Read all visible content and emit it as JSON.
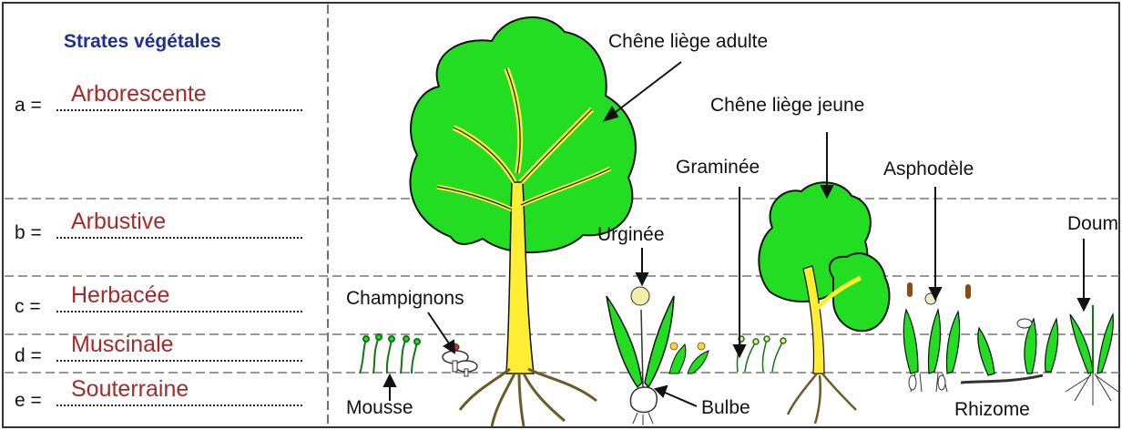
{
  "panel": {
    "title": "Strates végétales",
    "rows": [
      {
        "letter": "a =",
        "answer": "Arborescente"
      },
      {
        "letter": "b =",
        "answer": "Arbustive"
      },
      {
        "letter": "c =",
        "answer": "Herbacée"
      },
      {
        "letter": "d =",
        "answer": "Muscinale"
      },
      {
        "letter": "e =",
        "answer": "Souterraine"
      }
    ]
  },
  "labels": {
    "chene_adulte": "Chêne liège adulte",
    "chene_jeune": "Chêne liège jeune",
    "graminee": "Graminée",
    "asphodele": "Asphodèle",
    "urginee": "Urginée",
    "doum": "Doum",
    "champignons": "Champignons",
    "mousse": "Mousse",
    "bulbe": "Bulbe",
    "rhizome": "Rhizome"
  },
  "colors": {
    "foliage": "#22dd22",
    "trunk": "#ffee33",
    "answer_text": "#a52a2a",
    "title_text": "#1f2f9a"
  }
}
